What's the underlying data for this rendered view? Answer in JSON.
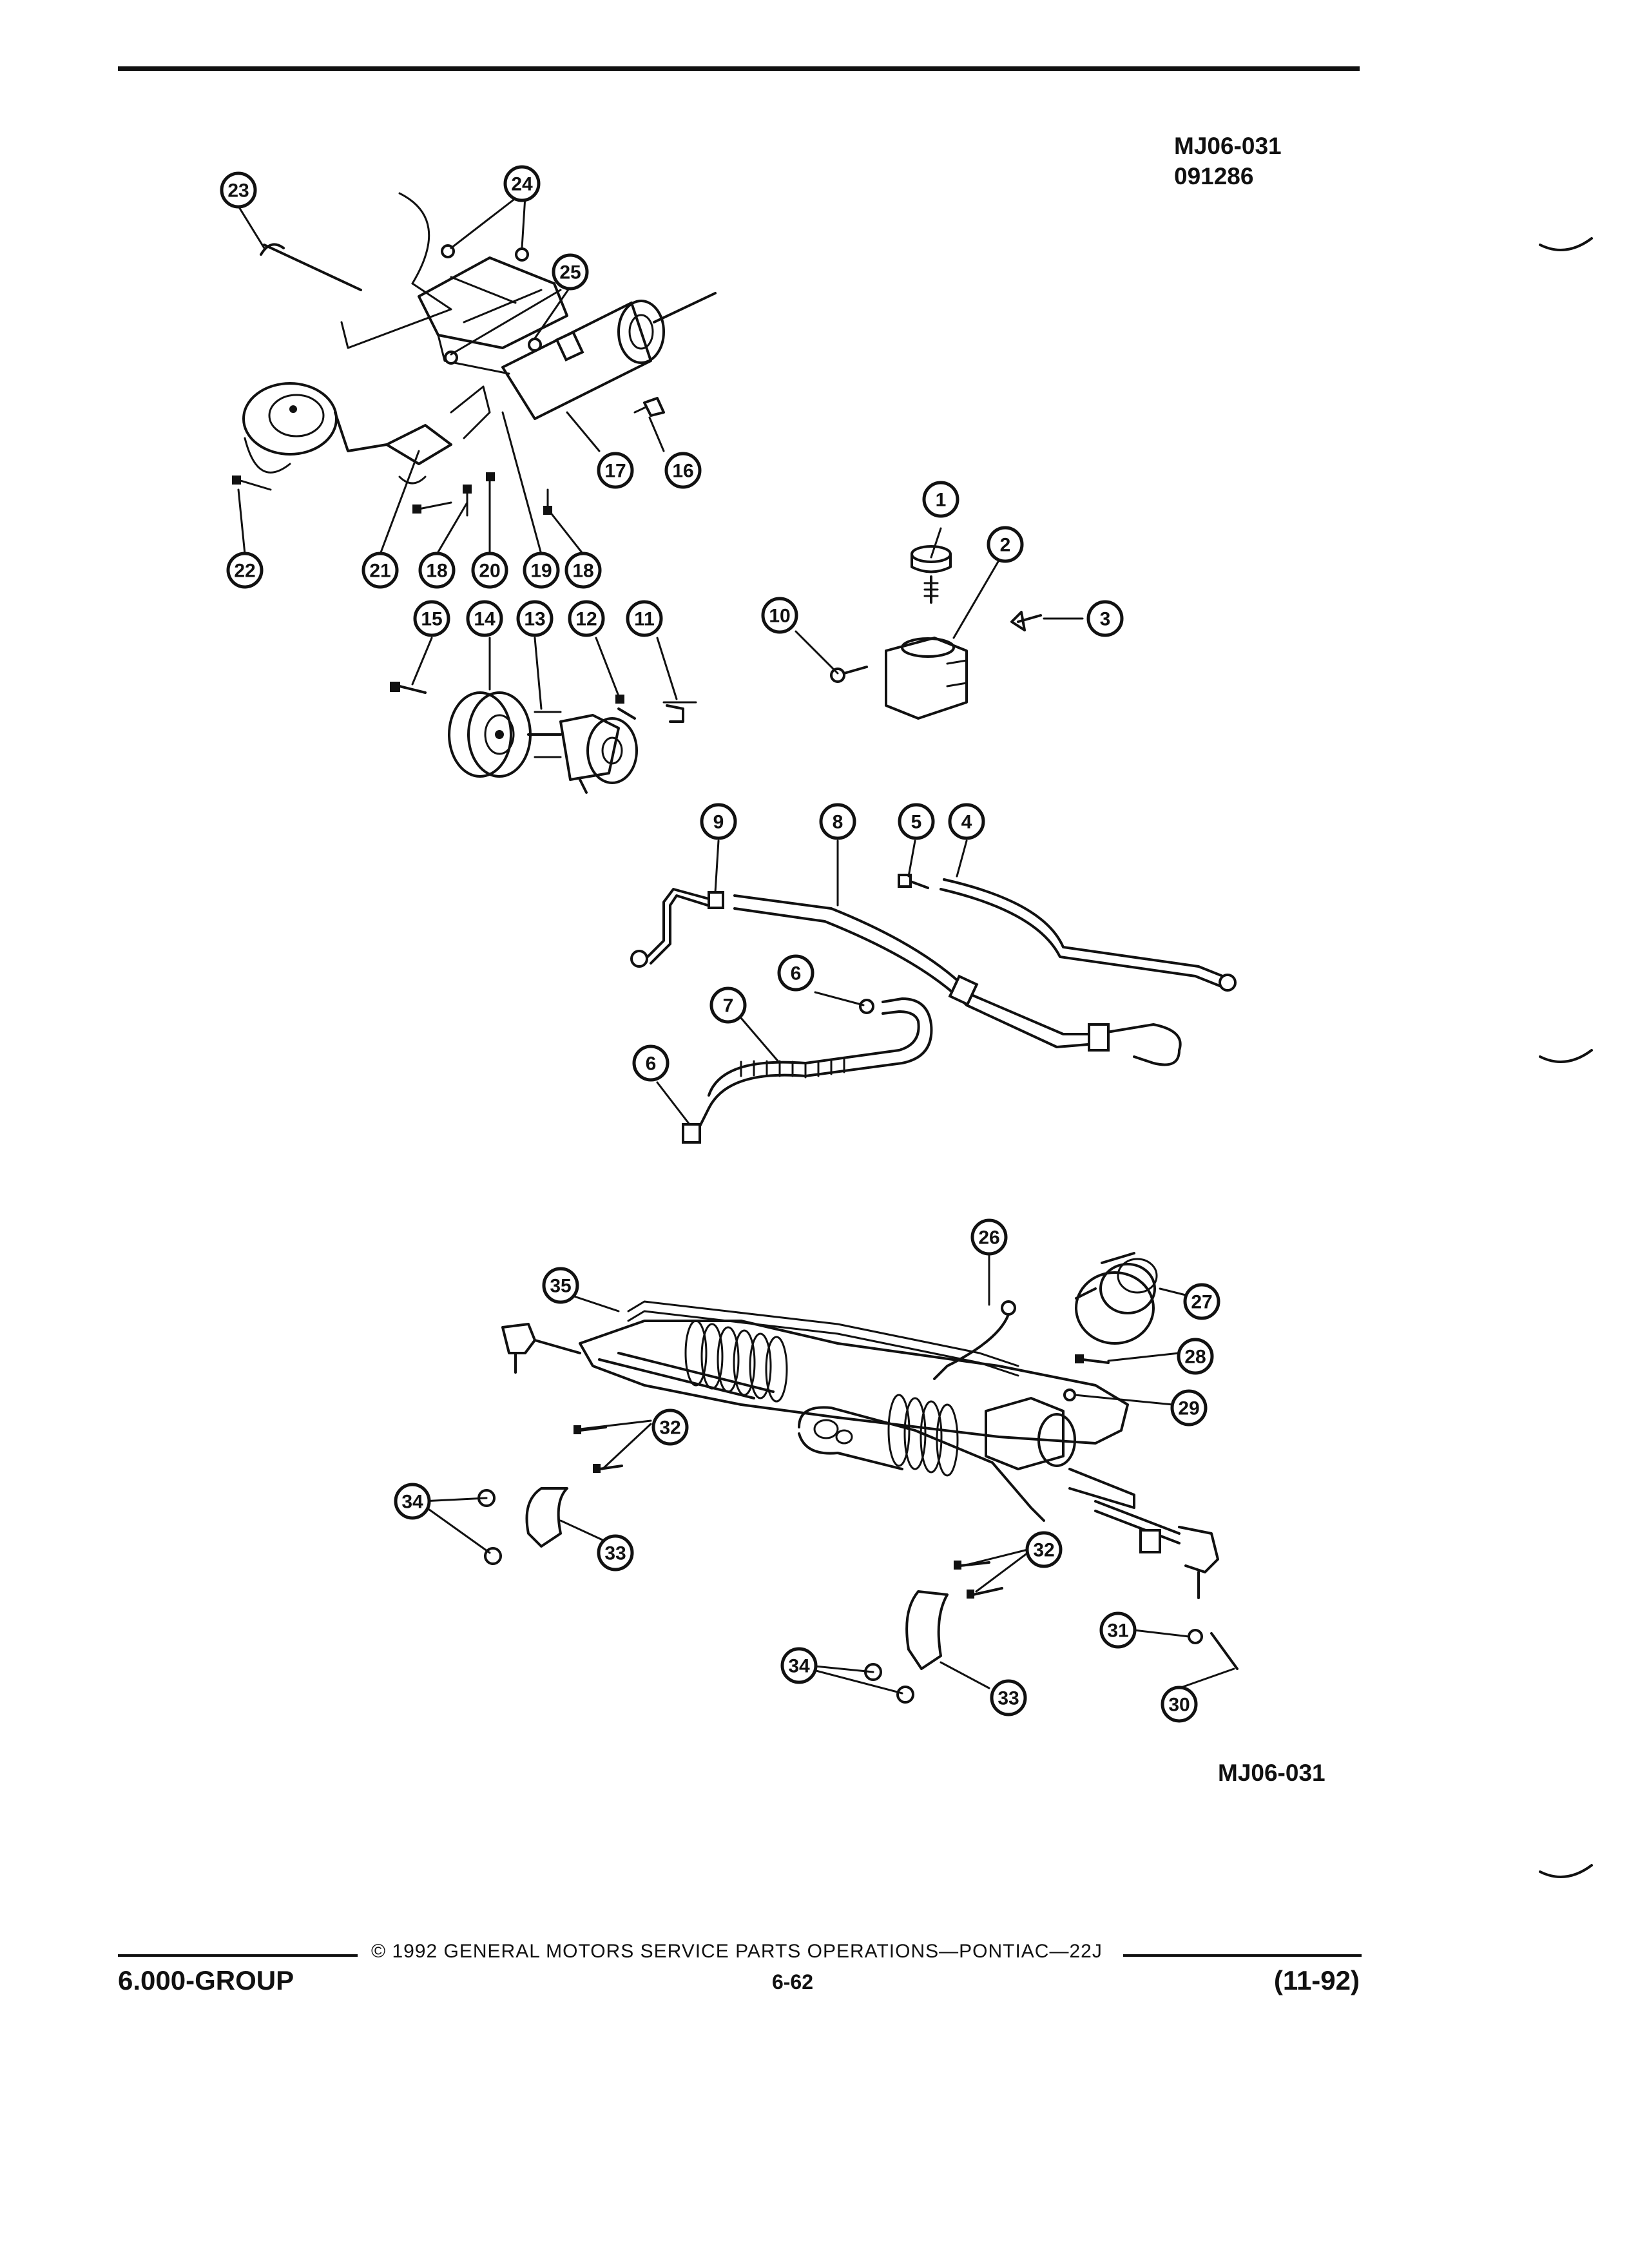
{
  "header": {
    "figure_code": "MJ06-031",
    "figure_date": "091286"
  },
  "figure": {
    "bottom_code": "MJ06-031",
    "callouts": [
      "1",
      "2",
      "3",
      "4",
      "5",
      "6",
      "6",
      "7",
      "8",
      "9",
      "10",
      "11",
      "12",
      "13",
      "14",
      "15",
      "16",
      "17",
      "18",
      "18",
      "19",
      "20",
      "21",
      "22",
      "23",
      "24",
      "25",
      "26",
      "27",
      "28",
      "29",
      "30",
      "31",
      "32",
      "32",
      "33",
      "33",
      "34",
      "34",
      "35"
    ]
  },
  "footer": {
    "copyright": "© 1992 GENERAL MOTORS SERVICE PARTS OPERATIONS—PONTIAC—22J",
    "group": "6.000-GROUP",
    "page": "6-62",
    "revision": "(11-92)"
  }
}
